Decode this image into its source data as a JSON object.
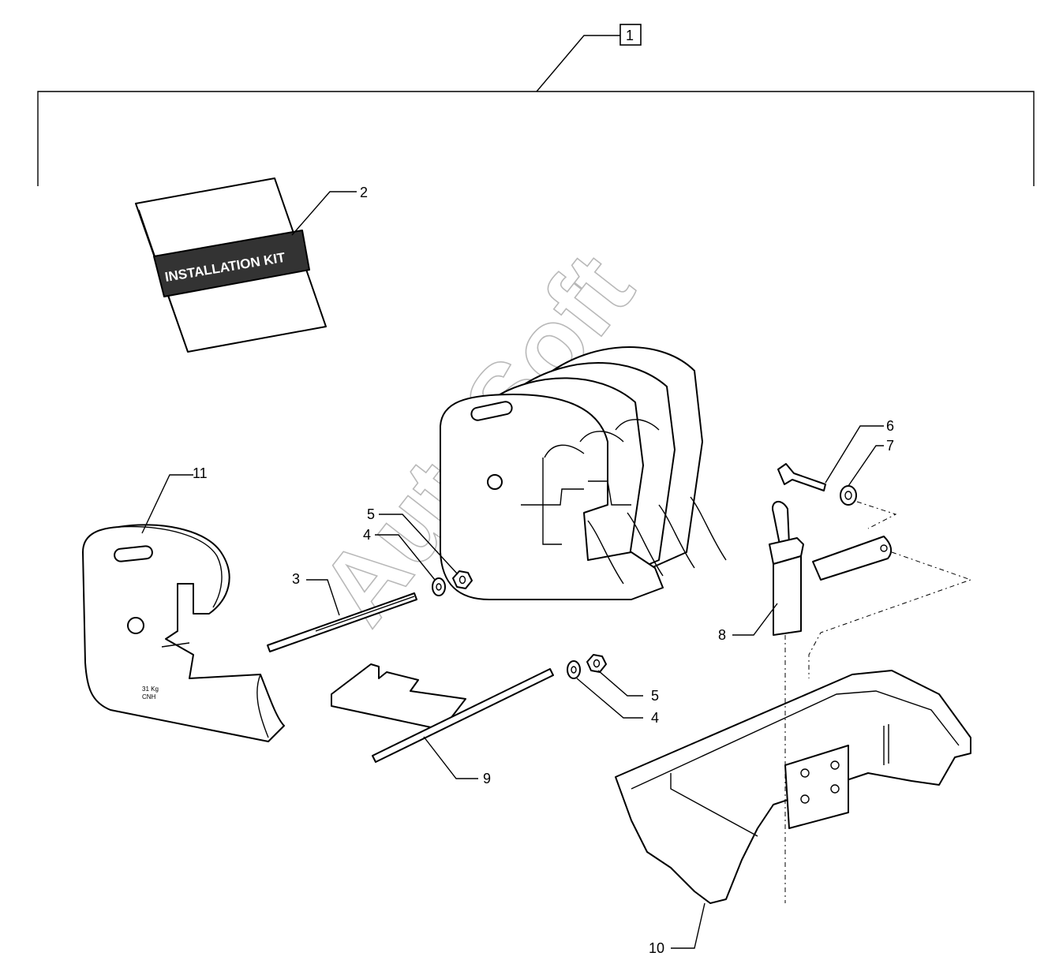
{
  "diagram": {
    "kit_label": "INSTALLATION KIT",
    "weight_stamp_line1": "31 Kg",
    "weight_stamp_line2": "CNH",
    "watermark": "AutoSoft",
    "callouts": {
      "c1": "1",
      "c2": "2",
      "c3": "3",
      "c4a": "4",
      "c4b": "4",
      "c5a": "5",
      "c5b": "5",
      "c6": "6",
      "c7": "7",
      "c8": "8",
      "c9": "9",
      "c10": "10",
      "c11": "11"
    }
  }
}
